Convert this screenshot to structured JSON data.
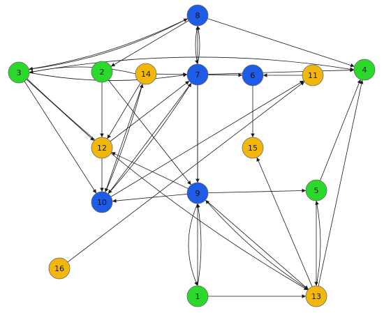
{
  "colors": {
    "green": "#2bd92b",
    "blue": "#1e5be6",
    "orange": "#f2b70d",
    "edge": "#1a1a1a",
    "node_stroke": "#666666"
  },
  "nodes": [
    {
      "id": "1",
      "label": "1",
      "color": "green"
    },
    {
      "id": "2",
      "label": "2",
      "color": "green"
    },
    {
      "id": "3",
      "label": "3",
      "color": "green"
    },
    {
      "id": "4",
      "label": "4",
      "color": "green"
    },
    {
      "id": "5",
      "label": "5",
      "color": "green"
    },
    {
      "id": "6",
      "label": "6",
      "color": "blue"
    },
    {
      "id": "7",
      "label": "7",
      "color": "blue"
    },
    {
      "id": "8",
      "label": "8",
      "color": "blue"
    },
    {
      "id": "9",
      "label": "9",
      "color": "blue"
    },
    {
      "id": "10",
      "label": "10",
      "color": "blue"
    },
    {
      "id": "11",
      "label": "11",
      "color": "orange"
    },
    {
      "id": "12",
      "label": "12",
      "color": "orange"
    },
    {
      "id": "13",
      "label": "13",
      "color": "orange"
    },
    {
      "id": "14",
      "label": "14",
      "color": "orange"
    },
    {
      "id": "15",
      "label": "15",
      "color": "orange"
    },
    {
      "id": "16",
      "label": "16",
      "color": "orange"
    }
  ],
  "edges": [
    {
      "from": "8",
      "to": "3"
    },
    {
      "from": "3",
      "to": "8"
    },
    {
      "from": "8",
      "to": "4"
    },
    {
      "from": "8",
      "to": "2"
    },
    {
      "from": "8",
      "to": "7"
    },
    {
      "from": "7",
      "to": "8"
    },
    {
      "from": "3",
      "to": "4"
    },
    {
      "from": "14",
      "to": "3"
    },
    {
      "from": "3",
      "to": "7"
    },
    {
      "from": "3",
      "to": "10"
    },
    {
      "from": "3",
      "to": "12"
    },
    {
      "from": "3",
      "to": "13"
    },
    {
      "from": "2",
      "to": "12"
    },
    {
      "from": "2",
      "to": "9"
    },
    {
      "from": "12",
      "to": "10"
    },
    {
      "from": "12",
      "to": "7"
    },
    {
      "from": "14",
      "to": "7"
    },
    {
      "from": "14",
      "to": "10"
    },
    {
      "from": "14",
      "to": "12"
    },
    {
      "from": "10",
      "to": "14"
    },
    {
      "from": "10",
      "to": "7"
    },
    {
      "from": "7",
      "to": "10"
    },
    {
      "from": "7",
      "to": "6"
    },
    {
      "from": "7",
      "to": "9"
    },
    {
      "from": "7",
      "to": "4"
    },
    {
      "from": "11",
      "to": "6"
    },
    {
      "from": "6",
      "to": "15"
    },
    {
      "from": "10",
      "to": "11"
    },
    {
      "from": "9",
      "to": "10"
    },
    {
      "from": "9",
      "to": "12"
    },
    {
      "from": "9",
      "to": "5"
    },
    {
      "from": "9",
      "to": "13"
    },
    {
      "from": "9",
      "to": "1"
    },
    {
      "from": "1",
      "to": "9"
    },
    {
      "from": "1",
      "to": "8"
    },
    {
      "from": "1",
      "to": "13"
    },
    {
      "from": "13",
      "to": "9"
    },
    {
      "from": "13",
      "to": "15"
    },
    {
      "from": "13",
      "to": "5"
    },
    {
      "from": "5",
      "to": "13"
    },
    {
      "from": "5",
      "to": "4"
    },
    {
      "from": "13",
      "to": "4"
    },
    {
      "from": "16",
      "to": "11"
    }
  ]
}
